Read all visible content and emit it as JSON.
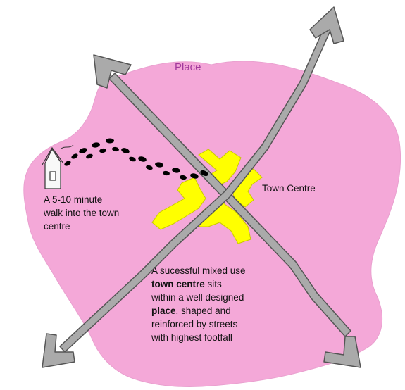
{
  "labels": {
    "place": "Place",
    "town_centre": "Town Centre"
  },
  "walk_text": {
    "line1": "A 5-10 minute",
    "line2": "walk into the town",
    "line3": "centre"
  },
  "description": {
    "line1": "A sucessful mixed use",
    "line2_bold": "town centre",
    "line2_rest": " sits",
    "line3": "within a well designed",
    "line4_bold": "place",
    "line4_rest": ", shaped and",
    "line5": "reinforced by streets",
    "line6": "with highest footfall"
  },
  "colors": {
    "place_fill": "#f4a8d8",
    "street_fill": "#aaaaaa",
    "street_stroke": "#555555",
    "town_centre_fill": "#ffff00",
    "footprint_fill": "#000000",
    "place_label": "#a2399c"
  },
  "icons": {
    "house": "house-icon",
    "footprints": "footprint-icon"
  }
}
